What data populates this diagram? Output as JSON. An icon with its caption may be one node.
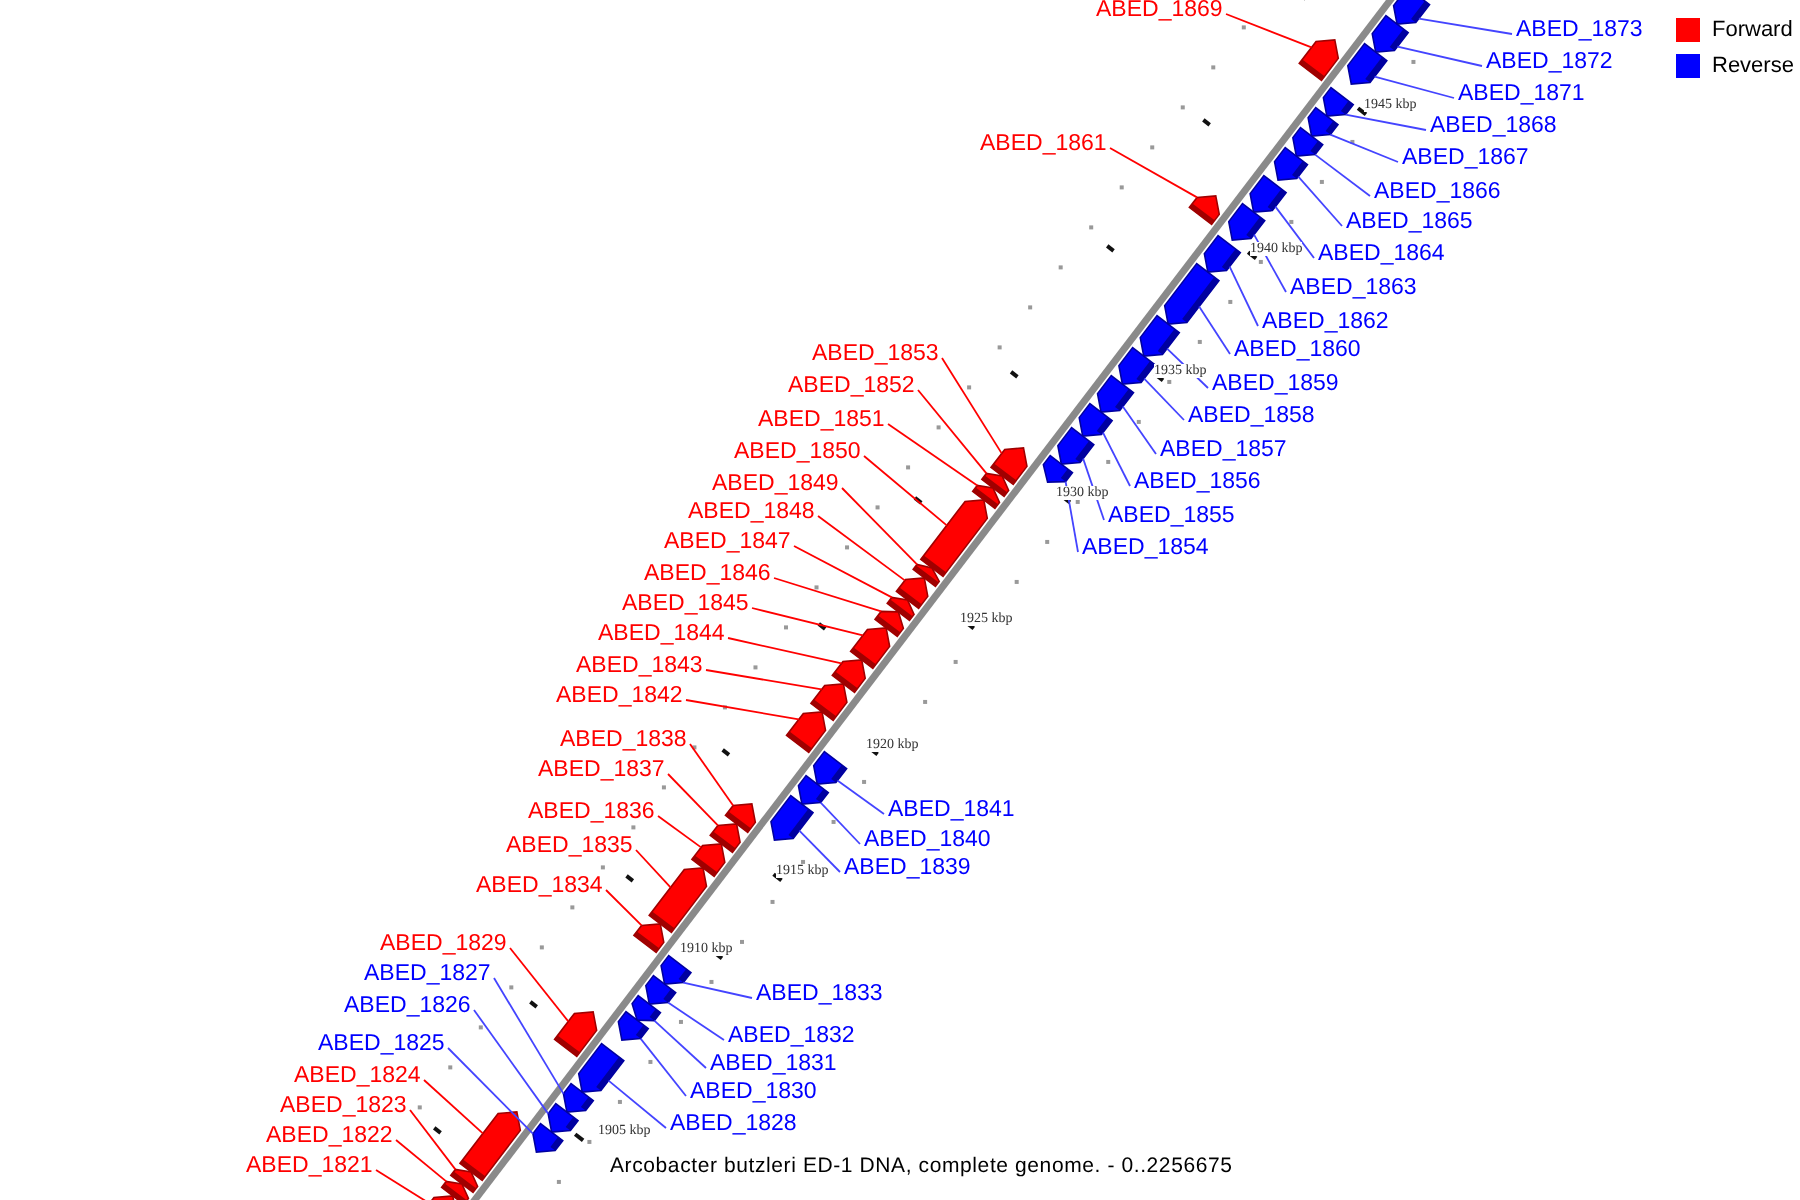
{
  "diagram": {
    "caption": "Arcobacter butzleri ED-1 DNA, complete genome. - 0..2256675",
    "nodes": [
      {
        "text": [
          "ABED_1869"
        ]
      },
      {
        "text": [],
        "shape": "arrow"
      },
      {
        "text": [
          "ABED_1873"
        ]
      },
      {
        "text": [],
        "shape": "arrow"
      },
      {
        "text": [
          "ABED_1872"
        ]
      },
      {
        "text": [],
        "shape": "arrow"
      },
      {
        "text": [
          "ABED_1871"
        ]
      },
      {
        "text": [],
        "shape": "arrow"
      },
      {
        "text": [
          "ABED_1868"
        ]
      },
      {
        "text": [],
        "shape": "arrow"
      },
      {
        "text": [
          "ABED_1861"
        ]
      },
      {
        "text": [],
        "shape": "arrow"
      },
      {
        "text": [
          "ABED_1867"
        ]
      },
      {
        "text": [],
        "shape": "arrow"
      },
      {
        "text": [
          "ABED_1866"
        ]
      },
      {
        "text": [],
        "shape": "arrow"
      },
      {
        "text": [
          "ABED_1865"
        ]
      },
      {
        "text": [],
        "shape": "arrow"
      },
      {
        "text": [
          "ABED_1864"
        ]
      },
      {
        "text": [],
        "shape": "arrow"
      },
      {
        "text": [
          "ABED_1863"
        ]
      },
      {
        "text": [],
        "shape": "arrow"
      },
      {
        "text": [
          "ABED_1862"
        ]
      },
      {
        "text": [],
        "shape": "arrow"
      },
      {
        "text": [
          "ABED_1860"
        ]
      },
      {
        "text": [],
        "shape": "arrow"
      },
      {
        "text": [
          "ABED_1853"
        ]
      },
      {
        "text": [],
        "shape": "arrow"
      },
      {
        "text": [
          "ABED_1859"
        ]
      },
      {
        "text": [],
        "shape": "arrow"
      },
      {
        "text": [
          "ABED_1852"
        ]
      },
      {
        "text": [],
        "shape": "arrow"
      },
      {
        "text": [
          "ABED_1858"
        ]
      },
      {
        "text": [],
        "shape": "arrow"
      },
      {
        "text": [
          "ABED_1851"
        ]
      },
      {
        "text": [],
        "shape": "arrow"
      },
      {
        "text": [
          "ABED_1857"
        ]
      },
      {
        "text": [],
        "shape": "arrow"
      },
      {
        "text": [
          "ABED_1850"
        ]
      },
      {
        "text": [],
        "shape": "arrow"
      },
      {
        "text": [
          "ABED_1856"
        ]
      },
      {
        "text": [],
        "shape": "arrow"
      },
      {
        "text": [
          "ABED_1849"
        ]
      },
      {
        "text": [],
        "shape": "arrow"
      },
      {
        "text": [
          "ABED_1848"
        ]
      },
      {
        "text": [],
        "shape": "arrow"
      },
      {
        "text": [
          "ABED_1855"
        ]
      },
      {
        "text": [],
        "shape": "arrow"
      },
      {
        "text": [
          "ABED_1847"
        ]
      },
      {
        "text": [],
        "shape": "arrow"
      },
      {
        "text": [
          "ABED_1854"
        ]
      },
      {
        "text": [],
        "shape": "arrow"
      },
      {
        "text": [
          "ABED_1846"
        ]
      },
      {
        "text": [],
        "shape": "arrow"
      },
      {
        "text": [
          "ABED_1845"
        ]
      },
      {
        "text": [],
        "shape": "arrow"
      },
      {
        "text": [
          "ABED_1844"
        ]
      },
      {
        "text": [],
        "shape": "arrow"
      },
      {
        "text": [
          "ABED_1843"
        ]
      },
      {
        "text": [],
        "shape": "arrow"
      },
      {
        "text": [
          "ABED_1842"
        ]
      },
      {
        "text": [],
        "shape": "arrow"
      },
      {
        "text": [
          "ABED_1838"
        ]
      },
      {
        "text": [],
        "shape": "arrow"
      },
      {
        "text": [
          "ABED_1837"
        ]
      },
      {
        "text": [],
        "shape": "arrow"
      },
      {
        "text": [
          "ABED_1841"
        ]
      },
      {
        "text": [],
        "shape": "arrow"
      },
      {
        "text": [
          "ABED_1836"
        ]
      },
      {
        "text": [],
        "shape": "arrow"
      },
      {
        "text": [
          "ABED_1840"
        ]
      },
      {
        "text": [],
        "shape": "arrow"
      },
      {
        "text": [
          "ABED_1835"
        ]
      },
      {
        "text": [],
        "shape": "arrow"
      },
      {
        "text": [
          "ABED_1839"
        ]
      },
      {
        "text": [],
        "shape": "arrow"
      },
      {
        "text": [
          "ABED_1834"
        ]
      },
      {
        "text": [],
        "shape": "arrow"
      },
      {
        "text": [
          "ABED_1829"
        ]
      },
      {
        "text": [],
        "shape": "arrow"
      },
      {
        "text": [
          "ABED_1827"
        ]
      },
      {
        "text": [],
        "shape": "arrow"
      },
      {
        "text": [
          "ABED_1833"
        ]
      },
      {
        "text": [],
        "shape": "arrow"
      },
      {
        "text": [
          "ABED_1826"
        ]
      },
      {
        "text": [],
        "shape": "arrow"
      },
      {
        "text": [
          "ABED_1832"
        ]
      },
      {
        "text": [],
        "shape": "arrow"
      },
      {
        "text": [
          "ABED_1825"
        ]
      },
      {
        "text": [],
        "shape": "arrow"
      },
      {
        "text": [
          "ABED_1831"
        ]
      },
      {
        "text": [],
        "shape": "arrow"
      },
      {
        "text": [
          "ABED_1824"
        ]
      },
      {
        "text": [],
        "shape": "arrow"
      },
      {
        "text": [
          "ABED_1830"
        ]
      },
      {
        "text": [],
        "shape": "arrow"
      },
      {
        "text": [
          "ABED_1823"
        ]
      },
      {
        "text": [],
        "shape": "arrow"
      },
      {
        "text": [
          "ABED_1828"
        ]
      },
      {
        "text": [],
        "shape": "arrow"
      },
      {
        "text": [
          "ABED_1822"
        ]
      },
      {
        "text": [],
        "shape": "arrow"
      },
      {
        "text": [
          "ABED_1821"
        ]
      },
      {
        "text": [],
        "shape": "arrow"
      }
    ],
    "edges": [
      {
        "from": 0,
        "to": 1,
        "arrow": "none",
        "color": "#ff0000"
      },
      {
        "from": 2,
        "to": 3,
        "arrow": "none"
      },
      {
        "from": 4,
        "to": 5,
        "arrow": "none"
      },
      {
        "from": 6,
        "to": 7,
        "arrow": "none"
      },
      {
        "from": 8,
        "to": 9,
        "arrow": "none"
      },
      {
        "from": 10,
        "to": 11,
        "arrow": "none",
        "color": "#ff0000"
      },
      {
        "from": 12,
        "to": 13,
        "arrow": "none"
      },
      {
        "from": 14,
        "to": 15,
        "arrow": "none"
      },
      {
        "from": 16,
        "to": 17,
        "arrow": "none"
      },
      {
        "from": 18,
        "to": 19,
        "arrow": "none"
      },
      {
        "from": 20,
        "to": 21,
        "arrow": "none"
      },
      {
        "from": 22,
        "to": 23,
        "arrow": "none"
      },
      {
        "from": 24,
        "to": 25,
        "arrow": "none"
      },
      {
        "from": 26,
        "to": 27,
        "arrow": "none",
        "color": "#ff0000"
      },
      {
        "from": 28,
        "to": 29,
        "arrow": "none"
      },
      {
        "from": 30,
        "to": 31,
        "arrow": "none",
        "color": "#ff0000"
      },
      {
        "from": 32,
        "to": 33,
        "arrow": "none"
      },
      {
        "from": 34,
        "to": 35,
        "arrow": "none",
        "color": "#ff0000"
      },
      {
        "from": 36,
        "to": 37,
        "arrow": "none"
      },
      {
        "from": 38,
        "to": 39,
        "arrow": "none",
        "color": "#ff0000"
      },
      {
        "from": 40,
        "to": 41,
        "arrow": "none"
      },
      {
        "from": 42,
        "to": 43,
        "arrow": "none",
        "color": "#ff0000"
      },
      {
        "from": 44,
        "to": 45,
        "arrow": "none",
        "color": "#ff0000"
      },
      {
        "from": 46,
        "to": 47,
        "arrow": "none"
      },
      {
        "from": 48,
        "to": 49,
        "arrow": "none",
        "color": "#ff0000"
      },
      {
        "from": 50,
        "to": 51,
        "arrow": "none"
      },
      {
        "from": 52,
        "to": 53,
        "arrow": "none",
        "color": "#ff0000"
      },
      {
        "from": 54,
        "to": 55,
        "arrow": "none",
        "color": "#ff0000"
      },
      {
        "from": 56,
        "to": 57,
        "arrow": "none",
        "color": "#ff0000"
      },
      {
        "from": 58,
        "to": 59,
        "arrow": "none",
        "color": "#ff0000"
      },
      {
        "from": 60,
        "to": 61,
        "arrow": "none",
        "color": "#ff0000"
      },
      {
        "from": 62,
        "to": 63,
        "arrow": "none",
        "color": "#ff0000"
      },
      {
        "from": 64,
        "to": 65,
        "arrow": "none",
        "color": "#ff0000"
      },
      {
        "from": 66,
        "to": 67,
        "arrow": "none"
      },
      {
        "from": 68,
        "to": 69,
        "arrow": "none",
        "color": "#ff0000"
      },
      {
        "from": 70,
        "to": 71,
        "arrow": "none"
      },
      {
        "from": 72,
        "to": 73,
        "arrow": "none",
        "color": "#ff0000"
      },
      {
        "from": 74,
        "to": 75,
        "arrow": "none"
      },
      {
        "from": 76,
        "to": 77,
        "arrow": "none",
        "color": "#ff0000"
      },
      {
        "from": 78,
        "to": 79,
        "arrow": "none",
        "color": "#ff0000"
      },
      {
        "from": 80,
        "to": 81,
        "arrow": "none"
      },
      {
        "from": 82,
        "to": 83,
        "arrow": "none"
      },
      {
        "from": 84,
        "to": 85,
        "arrow": "none"
      },
      {
        "from": 86,
        "to": 87,
        "arrow": "none"
      },
      {
        "from": 88,
        "to": 89,
        "arrow": "none"
      },
      {
        "from": 90,
        "to": 91,
        "arrow": "none"
      },
      {
        "from": 92,
        "to": 93,
        "arrow": "none",
        "color": "#ff0000"
      },
      {
        "from": 94,
        "to": 95,
        "arrow": "none"
      },
      {
        "from": 96,
        "to": 97,
        "arrow": "none",
        "color": "#ff0000"
      },
      {
        "from": 98,
        "to": 99,
        "arrow": "none"
      },
      {
        "from": 100,
        "to": 101,
        "arrow": "none",
        "color": "#ff0000"
      },
      {
        "from": 102,
        "to": 103,
        "arrow": "none",
        "color": "#ff0000"
      }
    ],
    "labels": [
      "1945 kbp",
      "1940 kbp",
      "1935 kbp",
      "1930 kbp",
      "1925 kbp",
      "1920 kbp",
      "1915 kbp",
      "1910 kbp",
      "1905 kbp"
    ],
    "legend": [
      {
        "text": "Forward",
        "color": "#ff0000"
      },
      {
        "text": "Reverse",
        "color": "#0000ff"
      }
    ]
  }
}
